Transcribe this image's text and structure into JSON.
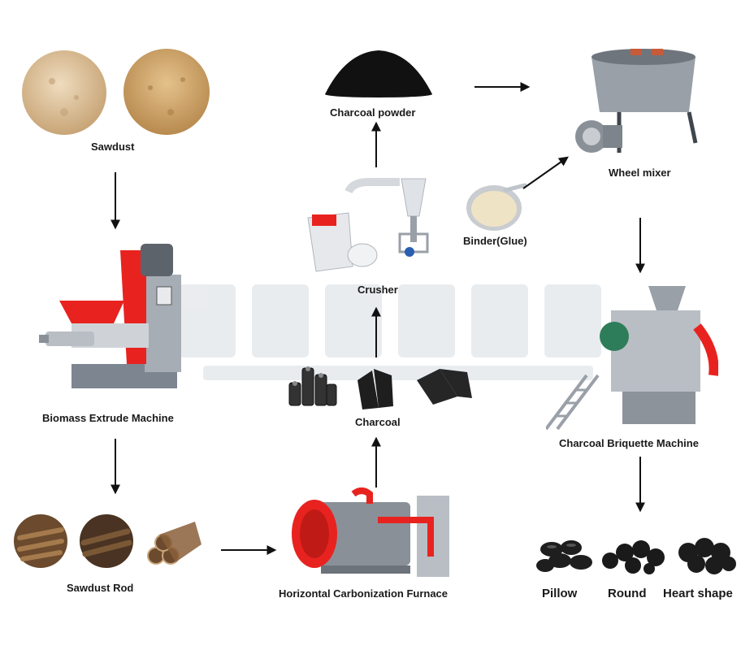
{
  "labels": {
    "sawdust": "Sawdust",
    "biomass_extrude_machine": "Biomass Extrude Machine",
    "sawdust_rod": "Sawdust Rod",
    "horizontal_carbonization_furnace": "Horizontal Carbonization Furnace",
    "charcoal": "Charcoal",
    "crusher": "Crusher",
    "charcoal_powder": "Charcoal powder",
    "binder_glue": "Binder(Glue)",
    "wheel_mixer": "Wheel mixer",
    "charcoal_briquette_machine": "Charcoal Briquette Machine",
    "pillow": "Pillow",
    "round": "Round",
    "heart_shape": "Heart shape"
  },
  "colors": {
    "machine_red": "#e8231f",
    "machine_grey": "#9aa0a8",
    "sawdust": "#d9b98a",
    "charcoal": "#1e1e1e",
    "arrow": "#111111"
  }
}
